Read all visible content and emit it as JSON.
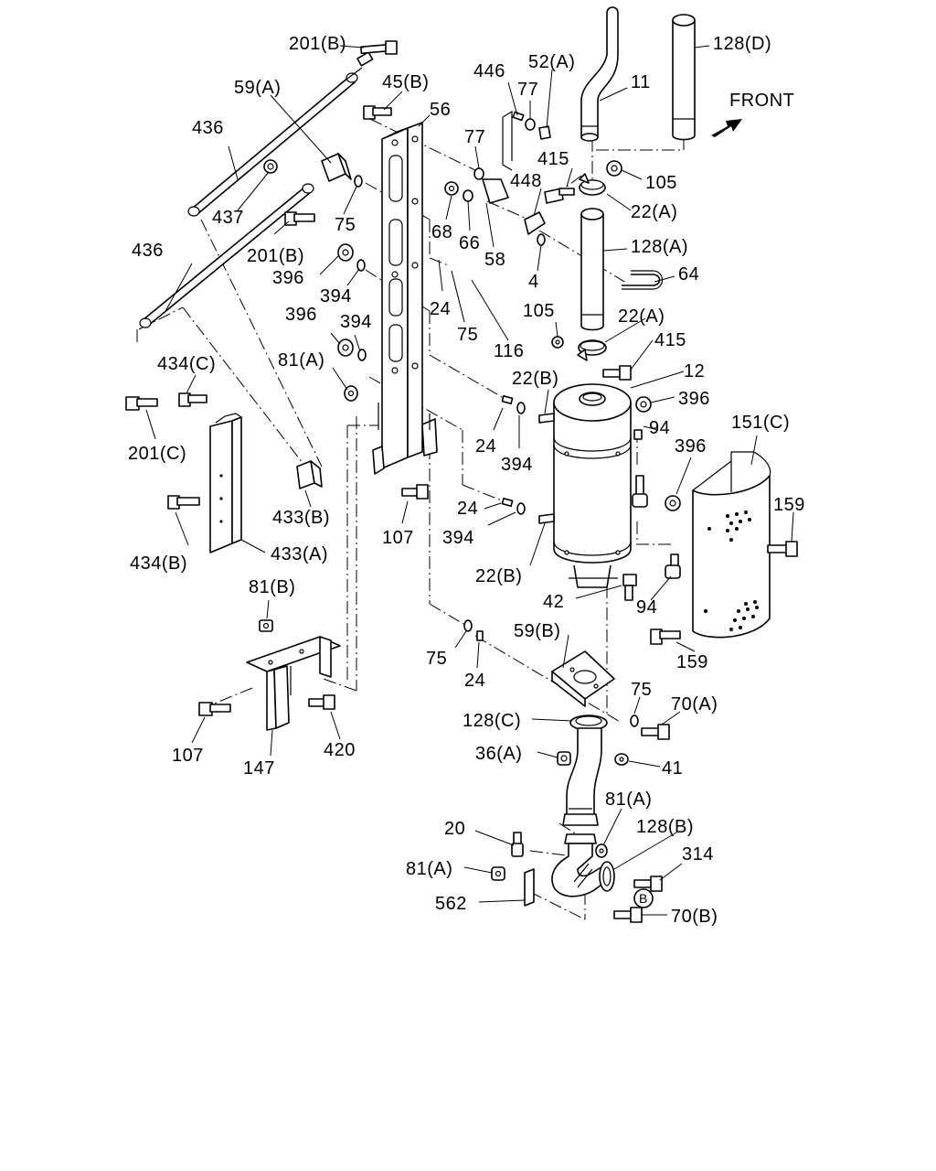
{
  "labels": {
    "p201B_top": "201(B)",
    "p59A_top": "59(A)",
    "p45B": "45(B)",
    "p56": "56",
    "p446": "446",
    "p77a": "77",
    "p52A": "52(A)",
    "p11": "11",
    "p128D": "128(D)",
    "front": "FRONT",
    "p436a": "436",
    "p437": "437",
    "p75a": "75",
    "p77b": "77",
    "p415a": "415",
    "p105a": "105",
    "p448": "448",
    "p22Aa": "22(A)",
    "p68": "68",
    "p66": "66",
    "p58": "58",
    "p201B_mid": "201(B)",
    "p128A": "128(A)",
    "p436b": "436",
    "p396a": "396",
    "p394a": "394",
    "p24a": "24",
    "p4": "4",
    "p64": "64",
    "p75b": "75",
    "p116": "116",
    "p396b": "396",
    "p394b": "394",
    "p105b": "105",
    "p22Ab": "22(A)",
    "p415b": "415",
    "p81Aa": "81(A)",
    "p434C": "434(C)",
    "p22Ba": "22(B)",
    "p12": "12",
    "p396c": "396",
    "p151C": "151(C)",
    "p94a": "94",
    "p24b": "24",
    "p396d": "396",
    "p201C": "201(C)",
    "p394c": "394",
    "p159a": "159",
    "p433B": "433(B)",
    "p24c": "24",
    "p107a": "107",
    "p394d": "394",
    "p434B": "434(B)",
    "p433A": "433(A)",
    "p22Bb": "22(B)",
    "p81B": "81(B)",
    "p42": "42",
    "p94b": "94",
    "p159b": "159",
    "p59B": "59(B)",
    "p75c": "75",
    "p24d": "24",
    "p75d": "75",
    "p70A": "70(A)",
    "p128C": "128(C)",
    "p36A": "36(A)",
    "p41": "41",
    "p107b": "107",
    "p147": "147",
    "p420": "420",
    "p20": "20",
    "p81Ab": "81(A)",
    "p128B": "128(B)",
    "p81Ac": "81(A)",
    "p314": "314",
    "pB": "B",
    "p562": "562",
    "p70B": "70(B)"
  }
}
